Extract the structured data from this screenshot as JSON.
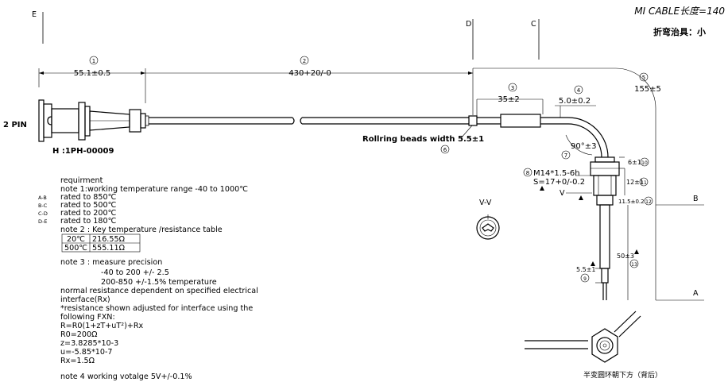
{
  "header": {
    "cable_title": "MI CABLE长度=140",
    "tool_note": "折弯治具：小"
  },
  "section_markers": {
    "E": "E",
    "D": "D",
    "C": "C",
    "B": "B",
    "A": "A"
  },
  "dimensions": {
    "d1_circle": "1",
    "d1_value": "55.1±0.5",
    "d2_circle": "2",
    "d2_value": "430+20/-0",
    "d3_circle": "3",
    "d3_value": "35±2",
    "d4_circle": "4",
    "d4_value": "5.0±0.2",
    "d5_circle": "5",
    "d5_value": "155±5",
    "d6_circle": "6",
    "d6_value": "Rollring beads width 5.5±1",
    "d7_circle": "7",
    "d7_value": "90°±3",
    "d8_circle": "8",
    "d8_thread": "M14*1.5-6h",
    "d8_hex": "S=17+0/-0.2",
    "d9_circle": "9",
    "d9_value": "5.5±1",
    "d10_circle": "10",
    "d10_value": "6±1",
    "d11_circle": "11",
    "d11_value": "12±1",
    "d12_circle": "12",
    "d12_value": "11.5±0.2",
    "d13_circle": "13",
    "d13_value": "50±3"
  },
  "connector": {
    "pin_label": "2 PIN",
    "part_number": "H :1PH-00009"
  },
  "view_label": "V-V",
  "v_marker": "V",
  "bottom_caption": "半变圆环朝下方（背后）",
  "notes": {
    "heading": "requirment",
    "note1": "note 1:working temperature range -40 to 1000℃",
    "ranges": [
      {
        "code": "A-B",
        "text": "rated to 850℃"
      },
      {
        "code": "B-C",
        "text": "rated to 500℃"
      },
      {
        "code": "C-D",
        "text": "rated to 200℃"
      },
      {
        "code": "D-E",
        "text": "rated to 180℃"
      }
    ],
    "note2": "note 2 : Key temperature /resistance table",
    "table": [
      {
        "temp": "20℃",
        "res": "216.55Ω"
      },
      {
        "temp": "500℃",
        "res": "555.11Ω"
      }
    ],
    "note3": "note 3 : measure precision",
    "precision1": "-40 to 200 +/- 2.5",
    "precision2": "200-850 +/-1.5% temperature",
    "line_a": "normal resistance dependent on specified electrical",
    "line_b": "interface(Rx)",
    "line_c": "*resistance shown adjusted for interface using the",
    "line_d": "following FXN:",
    "formula": "R=R0(1+zT+uT²)+Rx",
    "r0": "R0=200Ω",
    "z": "z=3.8285*10-3",
    "u": "u=-5.85*10-7",
    "rx": "Rx=1.5Ω",
    "note4": "note 4 working votalge 5V+/-0.1%"
  }
}
